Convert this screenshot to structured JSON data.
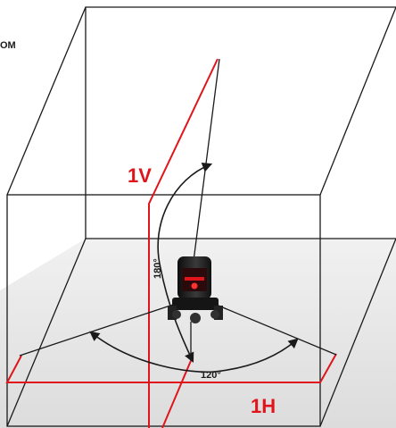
{
  "corner_text": "ОМ",
  "vertical_line_label": "1V",
  "horizontal_line_label": "1H",
  "vertical_angle_label": "180°",
  "horizontal_angle_label": "120°",
  "colors": {
    "laser_red": "#e0151c",
    "box_stroke": "#1a1a1a",
    "floor_fill": "#e8e8e8",
    "device_body": "#1c1c1c"
  }
}
